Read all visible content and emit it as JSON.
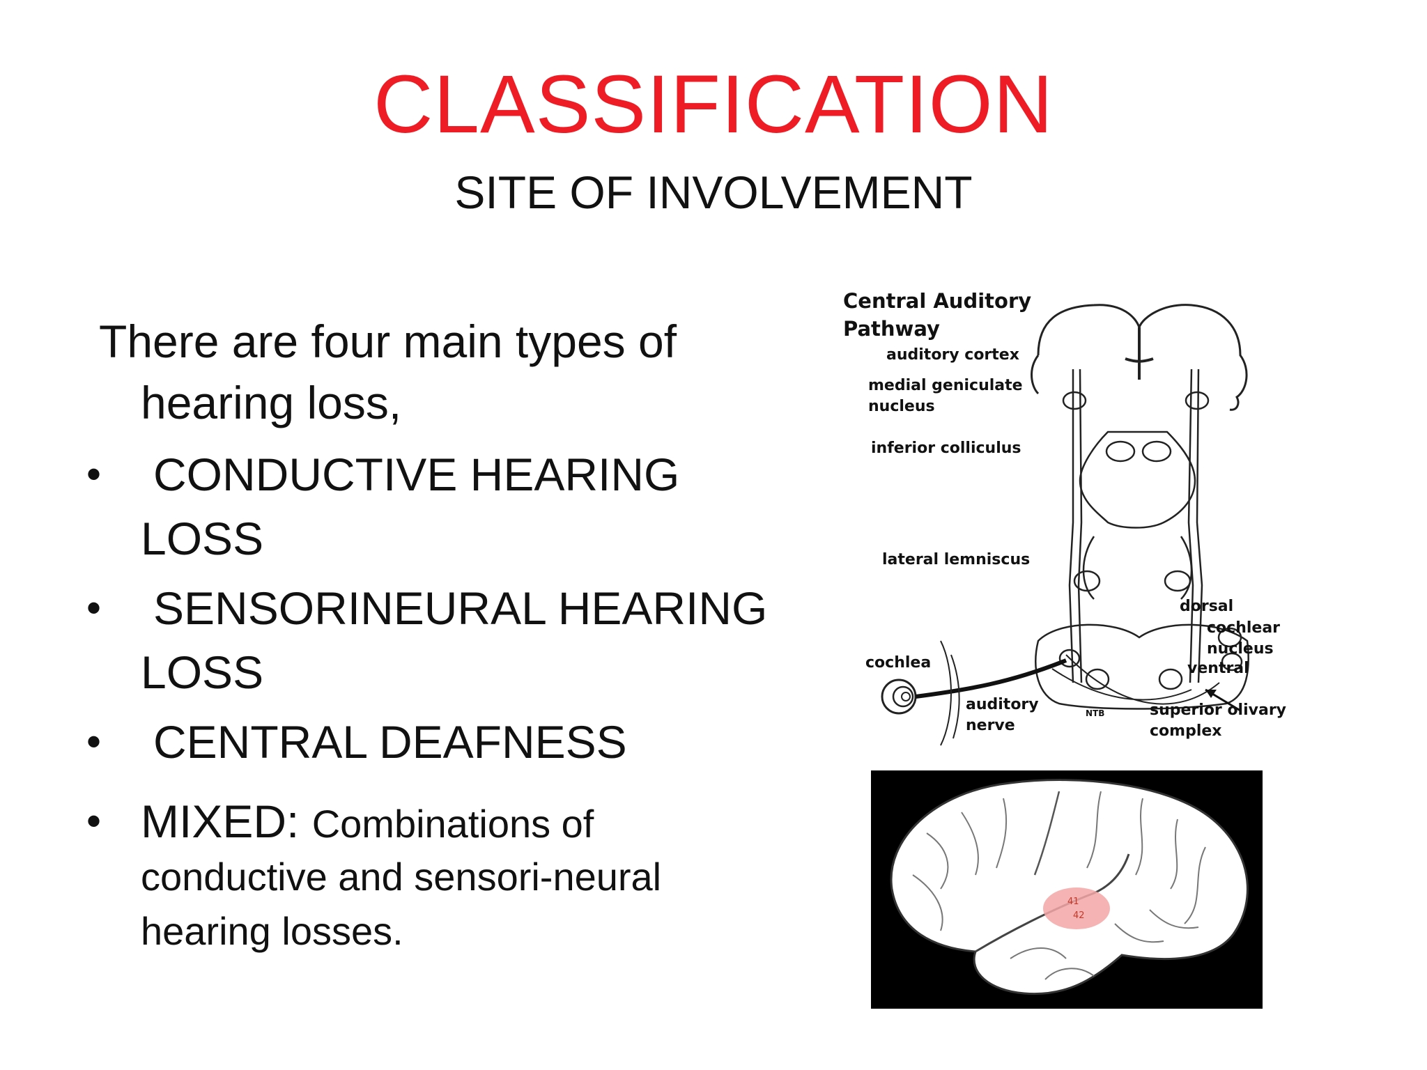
{
  "slide": {
    "title": "CLASSIFICATION",
    "subtitle": "SITE OF INVOLVEMENT",
    "intro_line1": "There are four main types of",
    "intro_line2": "hearing loss,",
    "items": [
      {
        "bullet": "•",
        "line1": "CONDUCTIVE HEARING",
        "line2": "LOSS"
      },
      {
        "bullet": "•",
        "line1": "SENSORINEURAL HEARING",
        "line2": "LOSS"
      },
      {
        "bullet": "•",
        "line1": "CENTRAL DEAFNESS"
      }
    ],
    "mixed": {
      "bullet": "•",
      "head": "MIXED:",
      "rest": "Combinations of",
      "line2": "conductive and sensori-neural",
      "line3": "hearing losses."
    }
  },
  "pathway_figure": {
    "title_line1": "Central Auditory",
    "title_line2": "Pathway",
    "labels": {
      "auditory_cortex": "auditory cortex",
      "medial_geniculate_1": "medial geniculate",
      "medial_geniculate_2": "nucleus",
      "inferior_colliculus": "inferior colliculus",
      "lateral_lemniscus": "lateral lemniscus",
      "dorsal": "dorsal",
      "cochlear": "cochlear",
      "nucleus": "nucleus",
      "ventral": "ventral",
      "cochlea": "cochlea",
      "auditory": "auditory",
      "nerve": "nerve",
      "ntb": "NTB",
      "superior_olivary": "superior olivary",
      "complex": "complex"
    }
  },
  "brain_figure": {
    "area_1": "41",
    "area_2": "42",
    "highlight_color": "#f4a6a6"
  }
}
